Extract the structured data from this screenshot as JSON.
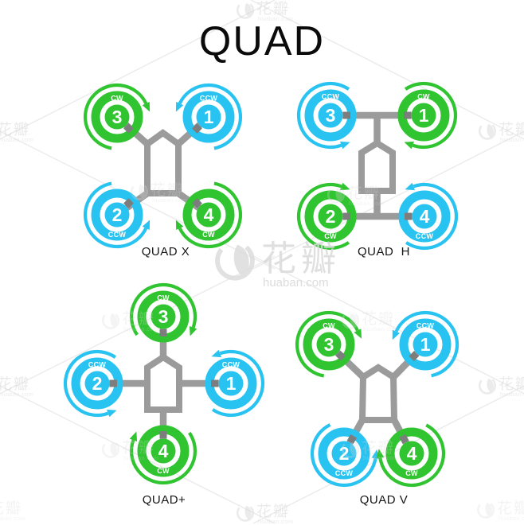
{
  "title": "QUAD",
  "colors": {
    "green": "#31c431",
    "blue": "#29c3f1",
    "frame": "#9b9b9b",
    "connector": "#7d7d7d",
    "lattice_line": "#ececec",
    "watermark_gray": "#d8d8d8"
  },
  "diagrams": [
    {
      "id": "quad-x",
      "label": "QUAD X",
      "motors": [
        {
          "slot": "top-left",
          "number": "3",
          "direction": "CW",
          "color": "green"
        },
        {
          "slot": "top-right",
          "number": "1",
          "direction": "CCW",
          "color": "blue"
        },
        {
          "slot": "bottom-left",
          "number": "2",
          "direction": "CCW",
          "color": "blue"
        },
        {
          "slot": "bottom-right",
          "number": "4",
          "direction": "CW",
          "color": "green"
        }
      ]
    },
    {
      "id": "quad-h",
      "label": "QUAD  H",
      "motors": [
        {
          "slot": "top-left",
          "number": "3",
          "direction": "CCW",
          "color": "blue"
        },
        {
          "slot": "top-right",
          "number": "1",
          "direction": "CW",
          "color": "green"
        },
        {
          "slot": "bottom-left",
          "number": "2",
          "direction": "CW",
          "color": "green"
        },
        {
          "slot": "bottom-right",
          "number": "4",
          "direction": "CCW",
          "color": "blue"
        }
      ]
    },
    {
      "id": "quad-plus",
      "label": "QUAD+",
      "motors": [
        {
          "slot": "top",
          "number": "3",
          "direction": "CW",
          "color": "green"
        },
        {
          "slot": "left",
          "number": "2",
          "direction": "CCW",
          "color": "blue"
        },
        {
          "slot": "right",
          "number": "1",
          "direction": "CCW",
          "color": "blue"
        },
        {
          "slot": "bottom",
          "number": "4",
          "direction": "CW",
          "color": "green"
        }
      ]
    },
    {
      "id": "quad-v",
      "label": "QUAD V",
      "motors": [
        {
          "slot": "top-left",
          "number": "3",
          "direction": "CW",
          "color": "green"
        },
        {
          "slot": "top-right",
          "number": "1",
          "direction": "CCW",
          "color": "blue"
        },
        {
          "slot": "bottom-left",
          "number": "2",
          "direction": "CCW",
          "color": "blue"
        },
        {
          "slot": "bottom-right",
          "number": "4",
          "direction": "CW",
          "color": "green"
        }
      ]
    }
  ],
  "watermark": {
    "cjk": "花瓣",
    "domain": "huaban.com"
  }
}
